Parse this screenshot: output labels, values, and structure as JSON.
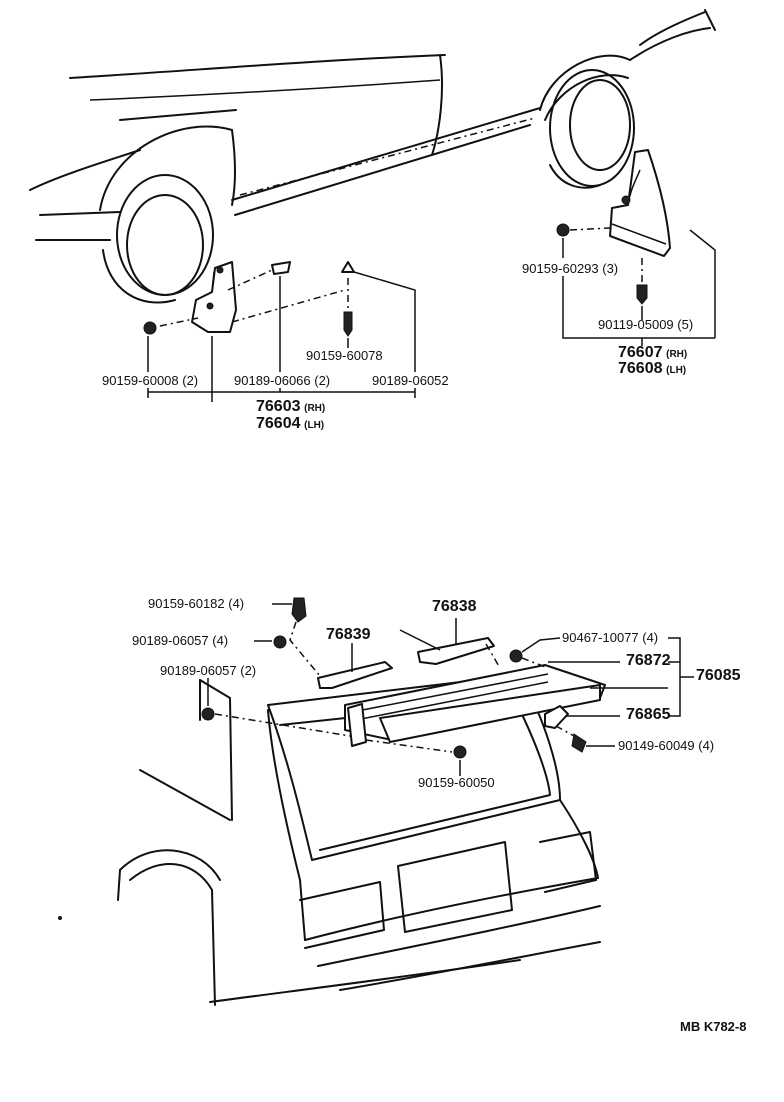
{
  "top_left": {
    "screw_1": "90159-60008 (2)",
    "clip_1": "90189-06066 (2)",
    "screw_2": "90159-60078",
    "clip_2": "90189-06052",
    "assy_rh": "76603",
    "rh_tag": "(RH)",
    "assy_lh": "76604",
    "lh_tag": "(LH)"
  },
  "top_right": {
    "screw_1": "90159-60293 (3)",
    "screw_2": "90119-05009 (5)",
    "assy_rh": "76607",
    "rh_tag": "(RH)",
    "assy_lh": "76608",
    "lh_tag": "(LH)"
  },
  "bottom": {
    "screw_a": "90159-60182 (4)",
    "clip_a": "90189-06057 (4)",
    "clip_b": "90189-06057 (2)",
    "bracket_l": "76839",
    "bracket_c": "76838",
    "nut": "90467-10077 (4)",
    "spoiler_part": "76872",
    "assy": "76085",
    "bracket_r": "76865",
    "bolt": "90149-60049 (4)",
    "screw_c": "90159-60050"
  },
  "footer": {
    "code": "MB  K782-8"
  }
}
